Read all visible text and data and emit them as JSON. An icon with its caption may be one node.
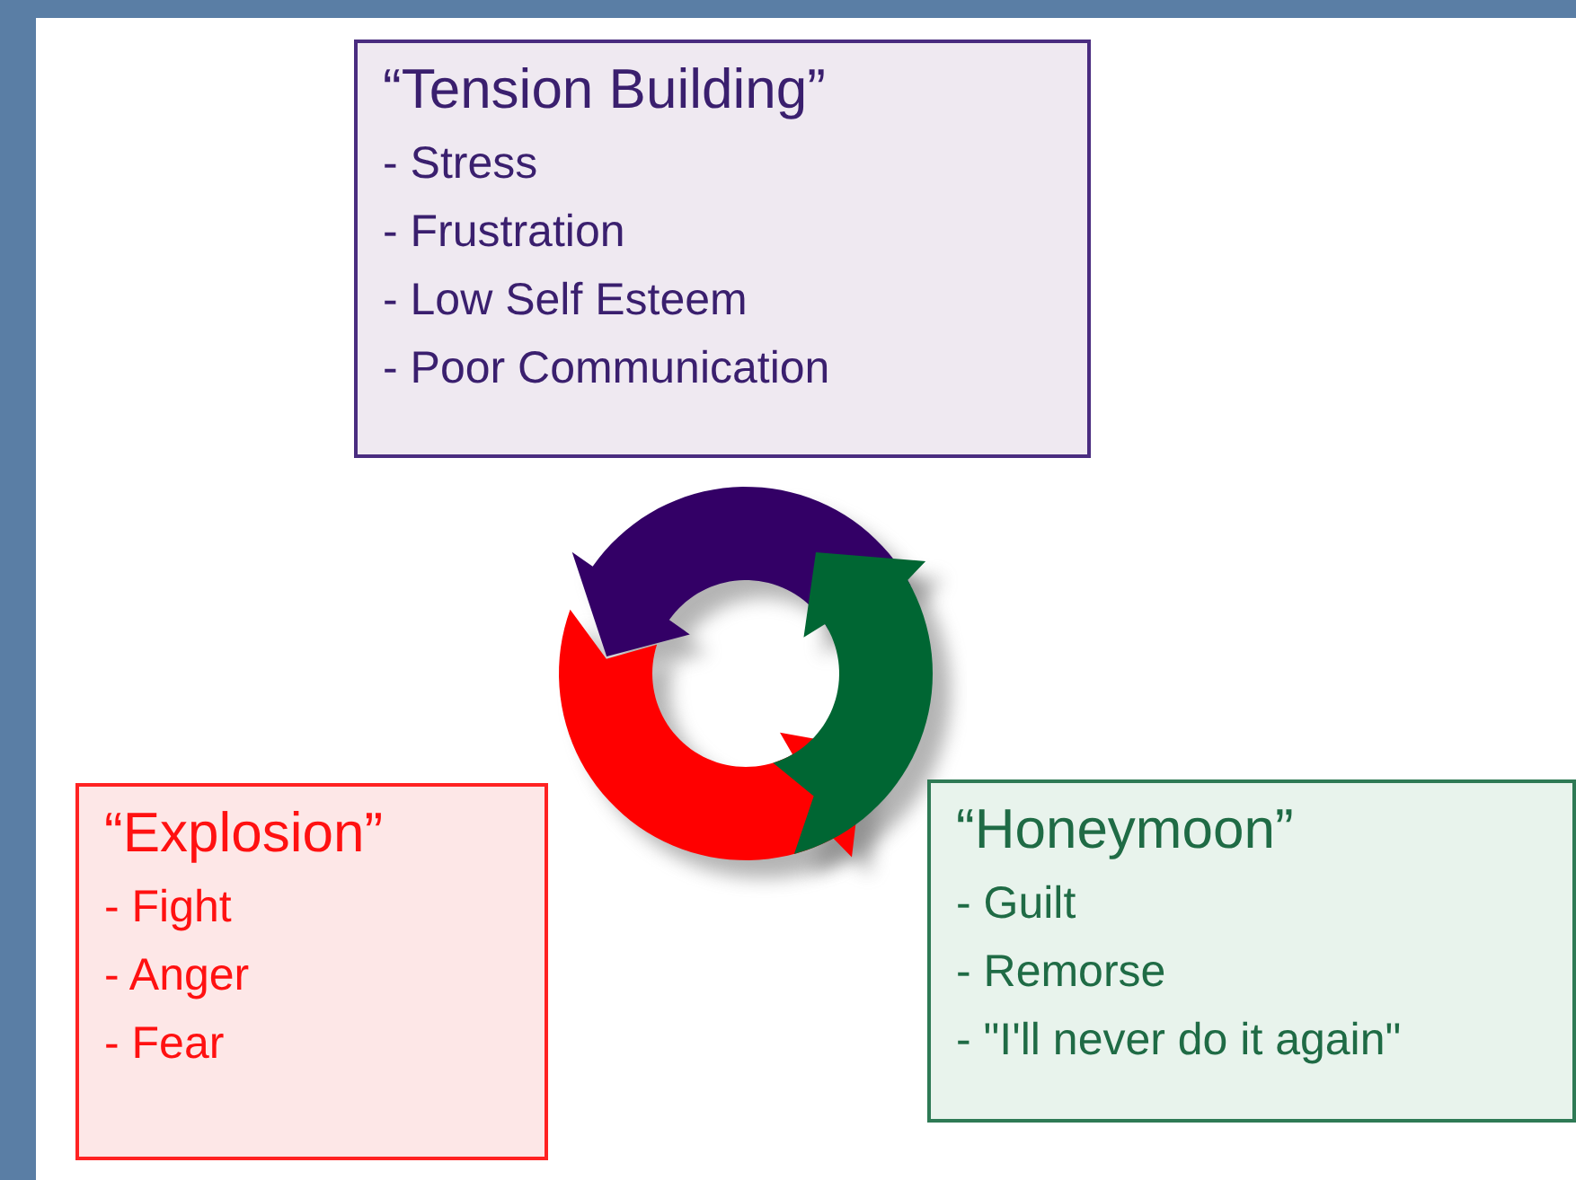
{
  "diagram": {
    "nodes": [
      {
        "text": [
          "“Tension Building”",
          "- Stress",
          "- Frustration",
          "- Low Self Esteem",
          "- Poor Communication"
        ]
      },
      {
        "text": [
          "“Explosion”",
          "- Fight",
          "- Anger",
          "- Fear"
        ]
      },
      {
        "text": [
          "“Honeymoon”",
          "- Guilt",
          "- Remorse",
          "- \"I'll never do it again\""
        ]
      }
    ],
    "edges": []
  }
}
